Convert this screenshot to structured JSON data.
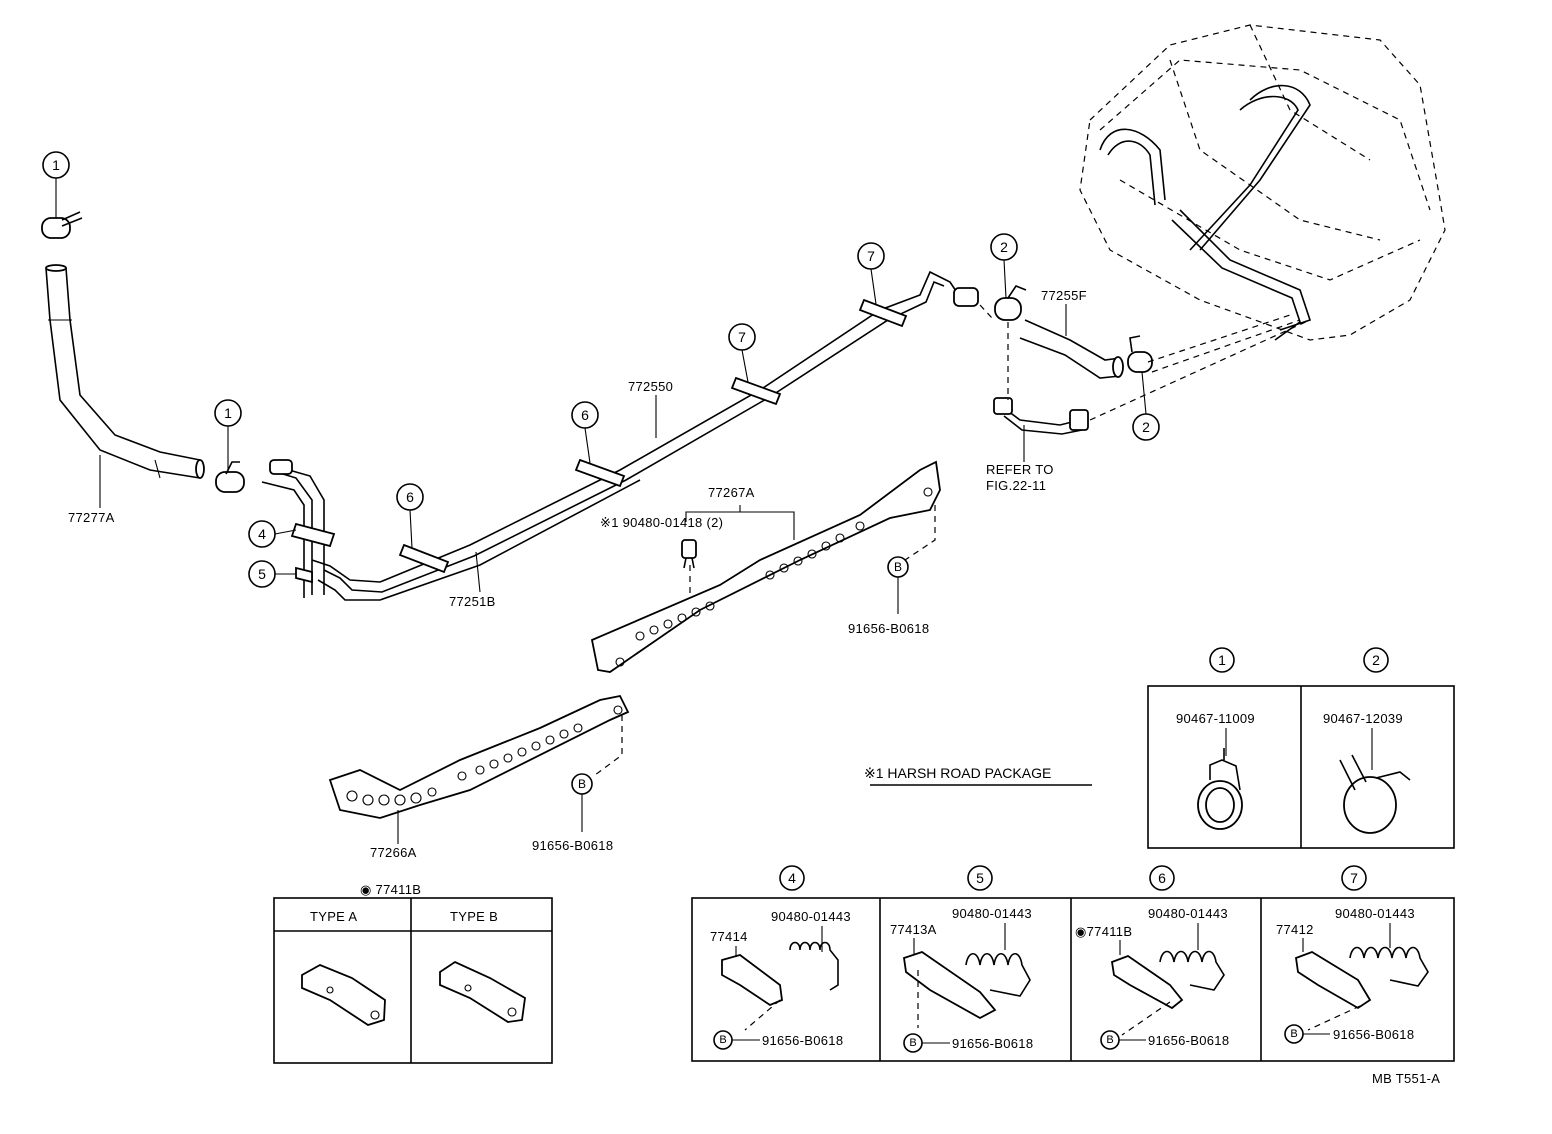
{
  "callouts": [
    "1",
    "2",
    "4",
    "5",
    "6",
    "7",
    "B"
  ],
  "labels": {
    "p77277A": "77277A",
    "p77251B": "77251B",
    "p772550": "772550",
    "p77255F": "77255F",
    "refer_to": "REFER TO",
    "fig_ref": "FIG.22-11",
    "p77267A": "77267A",
    "p90480_01418": "※1 90480-01418 (2)",
    "p91656_top": "91656-B0618",
    "p91656_mid": "91656-B0618",
    "p77266A": "77266A",
    "harsh_road": "※1 HARSH ROAD PACKAGE",
    "p77411B": "◉ 77411B",
    "type_a": "TYPE A",
    "type_b": "TYPE B",
    "diagram_code": "MB T551-A"
  },
  "detail_clamps": [
    {
      "callout": "1",
      "part": "90467-11009"
    },
    {
      "callout": "2",
      "part": "90467-12039"
    }
  ],
  "detail_brackets": [
    {
      "callout": "4",
      "part_a": "90480-01443",
      "part_b": "77414",
      "bolt": "91656-B0618"
    },
    {
      "callout": "5",
      "part_a": "90480-01443",
      "part_b": "77413A",
      "bolt": "91656-B0618"
    },
    {
      "callout": "6",
      "part_a": "90480-01443",
      "part_b": "◉77411B",
      "bolt": "91656-B0618"
    },
    {
      "callout": "7",
      "part_a": "90480-01443",
      "part_b": "77412",
      "bolt": "91656-B0618"
    }
  ]
}
